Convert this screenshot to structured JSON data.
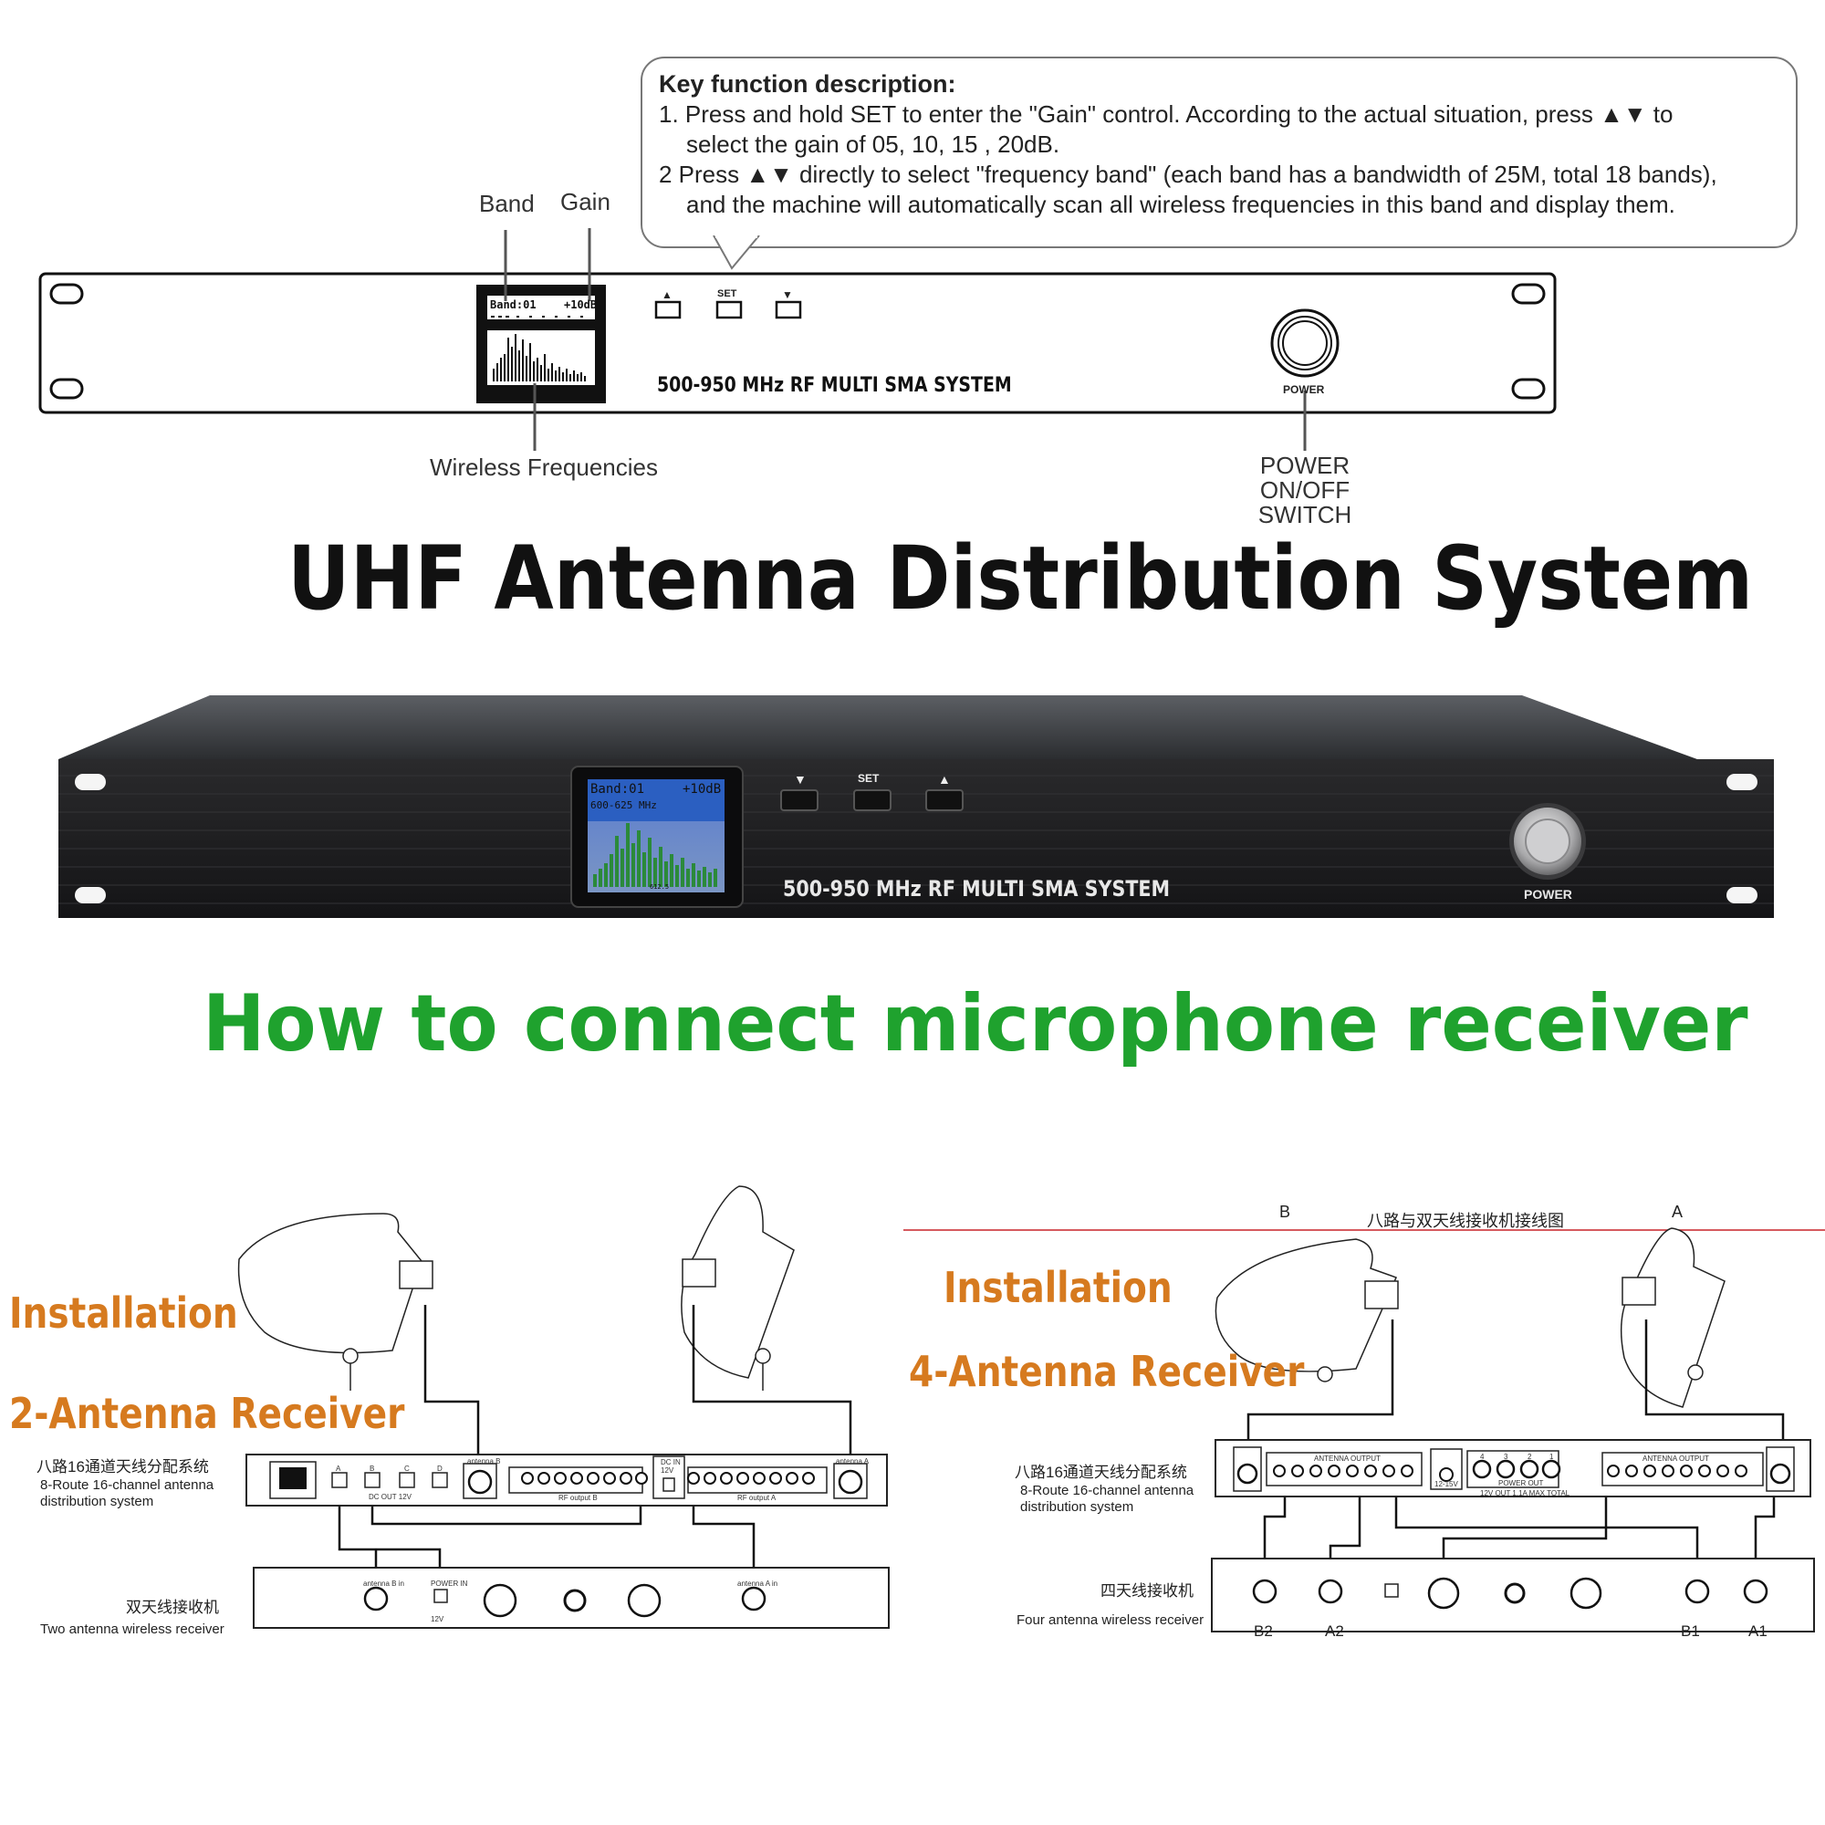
{
  "callout": {
    "title": "Key function description:",
    "line1": "1. Press and hold SET to enter the \"Gain\" control. According to the actual situation, press  ▲▼  to",
    "line1b": "select the gain of 05, 10, 15 , 20dB.",
    "line2": "2 Press ▲▼ directly to select \"frequency band\" (each band has a bandwidth of 25M, total 18 bands),",
    "line2b": "and the machine will automatically scan all wireless frequencies in this  band and display them."
  },
  "front_panel": {
    "label_band": "Band",
    "label_gain": "Gain",
    "label_wireless": "Wireless Frequencies",
    "label_power_switch_1": "POWER ON/OFF",
    "label_power_switch_2": "SWITCH",
    "lcd_band": "Band:01",
    "lcd_gain": "+10dB",
    "btn_up": "▲",
    "btn_set": "SET",
    "btn_down": "▼",
    "model_text": "500-950 MHz RF MULTI SMA SYSTEM",
    "power_label": "POWER"
  },
  "main_title": "UHF Antenna Distribution System",
  "photo": {
    "btn_down": "▼",
    "btn_set": "SET",
    "btn_up": "▲",
    "lcd_band": "Band:01",
    "lcd_gain": "+10dB",
    "lcd_range": "600-625 MHz",
    "lcd_center": "612.5",
    "model_text": "500-950 MHz RF MULTI SMA SYSTEM",
    "power_label": "POWER"
  },
  "connect_title": "How to connect microphone receiver",
  "left_diagram": {
    "installation": "Installation",
    "receiver_type": "2-Antenna Receiver",
    "dist_cn": "八路16通道天线分配系统",
    "dist_en1": "8-Route 16-channel antenna",
    "dist_en2": "distribution system",
    "recv_cn": "双天线接收机",
    "recv_en": "Two antenna wireless receiver",
    "port_labels": [
      "A",
      "B",
      "C",
      "D"
    ],
    "dc_out": "DC OUT 12V",
    "antenna_b": "antenna B",
    "antenna_a": "antenna A",
    "rf_output_b": "RF output B",
    "rf_output_a": "RF output A",
    "dc_in": "DC IN",
    "dc_in_v": "12V",
    "recv_antenna_b": "antenna B in",
    "recv_antenna_a": "antenna A in",
    "recv_power": "POWER IN",
    "recv_12v": "12V"
  },
  "right_diagram": {
    "label_b": "B",
    "label_a": "A",
    "header_cn": "八路与双天线接收机接线图",
    "installation": "Installation",
    "receiver_type": "4-Antenna Receiver",
    "dist_cn": "八路16通道天线分配系统",
    "dist_en1": "8-Route 16-channel antenna",
    "dist_en2": "distribution system",
    "recv_cn": "四天线接收机",
    "recv_en": "Four antenna wireless receiver",
    "bottom_b2": "B2",
    "bottom_a2": "A2",
    "bottom_b1": "B1",
    "bottom_a1": "A1",
    "antenna_output": "ANTENNA OUTPUT",
    "power_out": "POWER OUT",
    "max_total": "12V  OUT 1.1A MAX TOTAL",
    "power_in_v": "12-15V",
    "port_nums": [
      "4",
      "3",
      "2",
      "1"
    ]
  },
  "colors": {
    "title_black": "#111111",
    "title_green": "#1fa22e",
    "accent_orange": "#d67a1f",
    "divider_red": "#c8242a",
    "lcd_blue": "#6e88c7"
  }
}
